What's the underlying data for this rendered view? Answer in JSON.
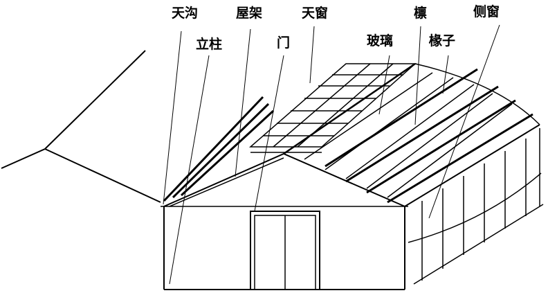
{
  "title": "Greenhouse structure diagram",
  "labels": {
    "gutter": "天沟",
    "truss": "屋架",
    "skylight": "天窗",
    "purlin": "檩",
    "side_window": "侧窗",
    "column": "立柱",
    "door": "门",
    "glass": "玻璃",
    "rafter": "椽子"
  }
}
